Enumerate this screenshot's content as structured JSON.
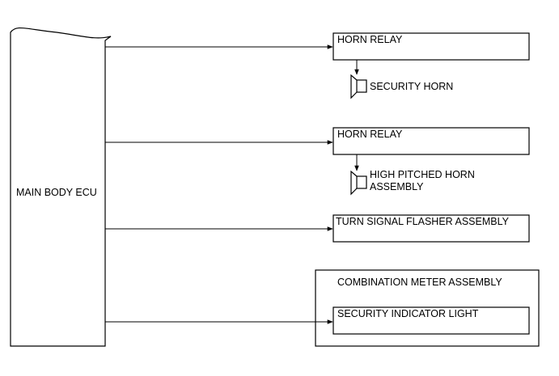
{
  "diagram": {
    "ecu_label": "MAIN BODY ECU",
    "horn_relay_1": "HORN RELAY",
    "security_horn": "SECURITY HORN",
    "horn_relay_2": "HORN RELAY",
    "high_pitched_horn_line1": "HIGH PITCHED HORN",
    "high_pitched_horn_line2": "ASSEMBLY",
    "turn_signal": "TURN SIGNAL FLASHER ASSEMBLY",
    "combination_meter": "COMBINATION METER ASSEMBLY",
    "security_indicator": "SECURITY INDICATOR LIGHT"
  }
}
